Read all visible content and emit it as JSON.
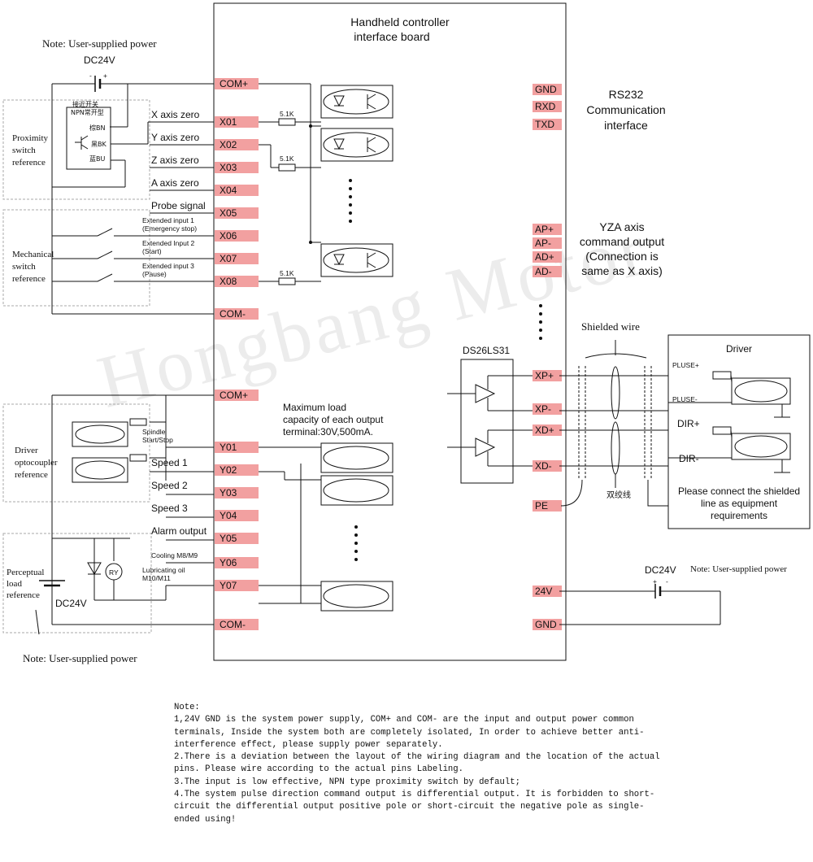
{
  "board": {
    "title_line1": "Handheld controller",
    "title_line2": "interface board"
  },
  "power_notes": {
    "top_left": "Note: User-supplied power",
    "bottom_left": "Note: User-supplied power",
    "right": "Note: User-supplied power",
    "dc24v": "DC24V",
    "plus": "+",
    "minus": "-"
  },
  "left_pins": [
    {
      "pin": "COM+",
      "signal": ""
    },
    {
      "pin": "X01",
      "signal": "X axis zero"
    },
    {
      "pin": "X02",
      "signal": "Y axis zero"
    },
    {
      "pin": "X03",
      "signal": "Z axis zero"
    },
    {
      "pin": "X04",
      "signal": "A axis zero"
    },
    {
      "pin": "X05",
      "signal": "Probe signal"
    },
    {
      "pin": "X06",
      "signal": "Extended input 1",
      "signal2": "(Emergency stop)"
    },
    {
      "pin": "X07",
      "signal": "Extended Input 2",
      "signal2": "(Start)"
    },
    {
      "pin": "X08",
      "signal": "Extended input 3",
      "signal2": "(Pause)"
    },
    {
      "pin": "COM-",
      "signal": ""
    },
    {
      "pin": "COM+",
      "signal": ""
    },
    {
      "pin": "Y01",
      "signal": "Spindle",
      "signal2": "Start/Stop"
    },
    {
      "pin": "Y02",
      "signal": "Speed 1"
    },
    {
      "pin": "Y03",
      "signal": "Speed 2"
    },
    {
      "pin": "Y04",
      "signal": "Speed 3"
    },
    {
      "pin": "Y05",
      "signal": "Alarm output"
    },
    {
      "pin": "Y06",
      "signal": "Cooling M8/M9"
    },
    {
      "pin": "Y07",
      "signal": "Lubricating oil",
      "signal2": "M10/M11"
    },
    {
      "pin": "COM-",
      "signal": ""
    }
  ],
  "resistor_label": "5.1K",
  "references": {
    "proximity": [
      "Proximity",
      "switch",
      "reference"
    ],
    "mechanical": [
      "Mechanical",
      "switch",
      "reference"
    ],
    "driver_opto": [
      "Driver",
      "optocoupler",
      "reference"
    ],
    "perceptual": [
      "Perceptual",
      "load",
      "reference"
    ]
  },
  "proximity_switch": {
    "title1": "接近开关",
    "title2": "NPN常开型",
    "bn": "棕BN",
    "bk": "黑BK",
    "bu": "蓝BU"
  },
  "relay_label": "RY",
  "max_load": [
    "Maximum load",
    "capacity of each output",
    "terminal:30V,500mA."
  ],
  "rs232": {
    "pins": [
      "GND",
      "RXD",
      "TXD"
    ],
    "label": [
      "RS232",
      "Communication",
      "interface"
    ]
  },
  "yza": {
    "pins": [
      "AP+",
      "AP-",
      "AD+",
      "AD-"
    ],
    "label": [
      "YZA axis",
      "command output",
      "(Connection is",
      "same as X axis)"
    ]
  },
  "x_axis": {
    "chip": "DS26LS31",
    "pins": [
      "XP+",
      "XP-",
      "XD+",
      "XD-",
      "PE"
    ],
    "shielded": "Shielded wire",
    "twisted": "双绞线",
    "driver_title": "Driver",
    "driver_signals": [
      "PLUSE+",
      "PLUSE-",
      "DIR+",
      "DIR-"
    ],
    "driver_note": [
      "Please connect the shielded",
      "line as equipment",
      "requirements"
    ]
  },
  "power_pins": [
    "24V",
    "GND"
  ],
  "notes": {
    "heading": "Note:",
    "lines": [
      "1,24V GND is the system power supply, COM+ and COM- are the input and output power common",
      "terminals, Inside the system both are completely isolated, In order to achieve better anti-",
      "interference effect, please supply power separately.",
      "2.There is a deviation between the layout of the wiring diagram and the location of the actual",
      "pins. Please wire according to the actual pins Labeling.",
      "3.The input is low effective, NPN type proximity switch by default;",
      "4.The system pulse direction command output is differential output. It is forbidden to short-",
      "circuit the differential output positive pole or short-circuit the negative pole as single-",
      "ended using!"
    ]
  },
  "watermark": "Hongbang Motor"
}
